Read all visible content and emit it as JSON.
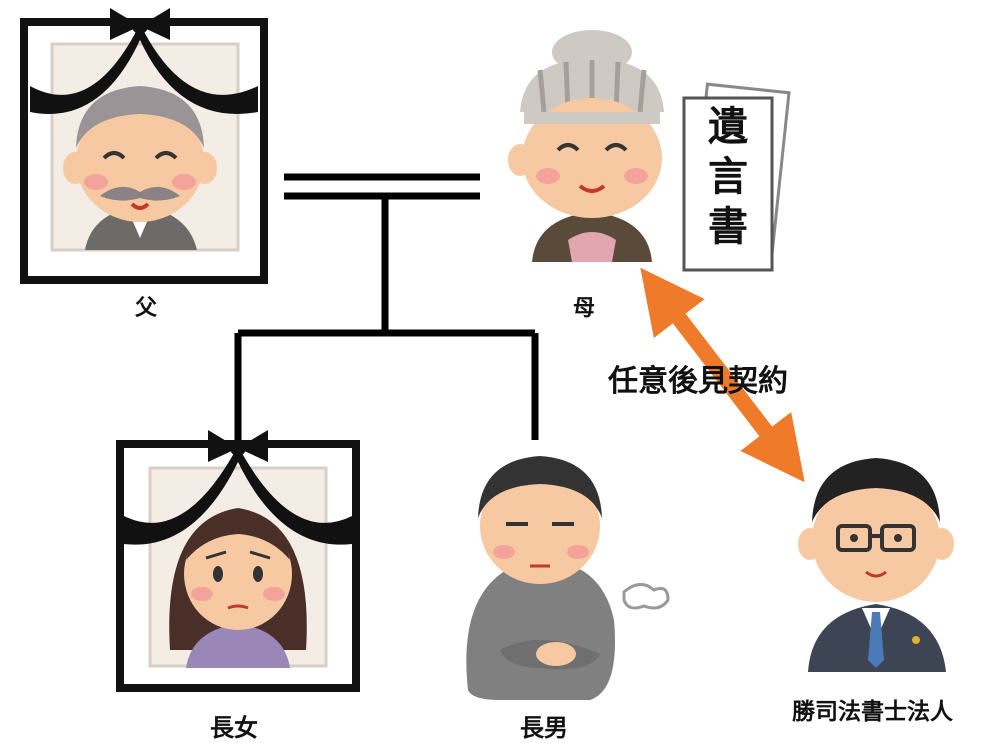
{
  "people": {
    "father": {
      "label": "父"
    },
    "mother": {
      "label": "母"
    },
    "eldest_daughter": {
      "label": "長女"
    },
    "eldest_son": {
      "label": "長男"
    },
    "firm": {
      "label": "勝司法書士法人"
    }
  },
  "relation": {
    "contract_label": "任意後見契約"
  },
  "document": {
    "label": "遺言書"
  },
  "colors": {
    "line": "#000000",
    "arrow": "#ee7a2a",
    "frame": "#111111",
    "skin": "#f6c9a3",
    "cheek": "#f4a39a",
    "mother_hat": "#cfc9c4",
    "daughter_sweater": "#9b86b8",
    "son_sweater": "#808080",
    "suit": "#3d4454",
    "tie": "#4a79b6"
  }
}
